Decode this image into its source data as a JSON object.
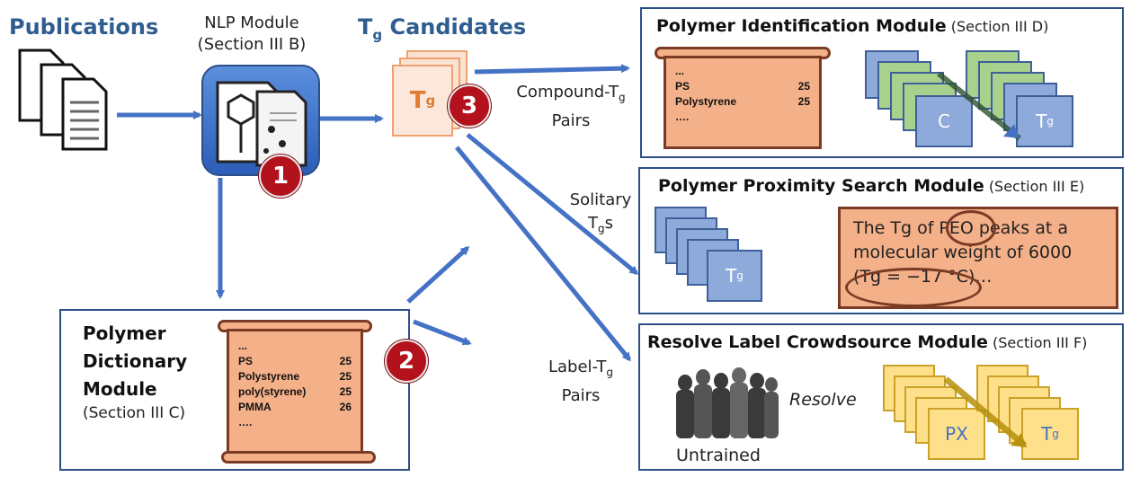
{
  "top": {
    "publications": "Publications",
    "nlp_title": "NLP Module",
    "nlp_section": "(Section III B)",
    "candidates_pre": "T",
    "candidates_sub": "g",
    "candidates_post": " Candidates"
  },
  "badges": {
    "one": "1",
    "two": "2",
    "three": "3"
  },
  "edge_labels": {
    "compound_pre": "Compound-T",
    "compound_sub": "g",
    "compound_line2": "Pairs",
    "solitary_line1": "Solitary",
    "solitary_pre": "T",
    "solitary_sub": "g",
    "solitary_post": "s",
    "label_pre": "Label-T",
    "label_sub": "g",
    "label_line2": "Pairs"
  },
  "candidate_icon": {
    "pre": "T",
    "sub": "g"
  },
  "polymer_identification": {
    "title": "Polymer Identification Module",
    "section": "(Section III D)",
    "scroll_rows": [
      {
        "name": "...",
        "value": ""
      },
      {
        "name": "PS",
        "value": "25"
      },
      {
        "name": "Polystyrene",
        "value": "25"
      },
      {
        "name": "….",
        "value": ""
      }
    ],
    "card_c": "C",
    "card_t_pre": "T",
    "card_t_sub": "g"
  },
  "proximity_search": {
    "title": "Polymer Proximity Search Module",
    "section": "(Section III E)",
    "card_pre": "T",
    "card_sub": "g",
    "quote_line1": "The Tg of PEO peaks at a",
    "quote_line2": "molecular weight of 6000",
    "quote_line3": "(Tg = −17 °C)…"
  },
  "crowdsource": {
    "title": "Resolve Label Crowdsource Module",
    "section": "(Section III F)",
    "crowd_label": "Untrained",
    "resolve_label": "Resolve",
    "card_px": "PX",
    "card_t_pre": "T",
    "card_t_sub": "g"
  },
  "dictionary": {
    "title_line1": "Polymer",
    "title_line2": "Dictionary",
    "title_line3": "Module",
    "section": "(Section III C)",
    "scroll_rows": [
      {
        "name": "...",
        "value": ""
      },
      {
        "name": "PS",
        "value": "25"
      },
      {
        "name": "Polystyrene",
        "value": "25"
      },
      {
        "name": "poly(styrene)",
        "value": "25"
      },
      {
        "name": "PMMA",
        "value": "26"
      },
      {
        "name": "….",
        "value": ""
      }
    ]
  },
  "colors": {
    "arrow": "#4472c4",
    "panel_border": "#2b4f86",
    "scroll_fill": "#f4b088",
    "scroll_border": "#7a3b25",
    "blue_card": "#8eaadb",
    "green_card": "#a9d18e",
    "yellow_card": "#ffe08a",
    "badge": "#b3121d"
  }
}
